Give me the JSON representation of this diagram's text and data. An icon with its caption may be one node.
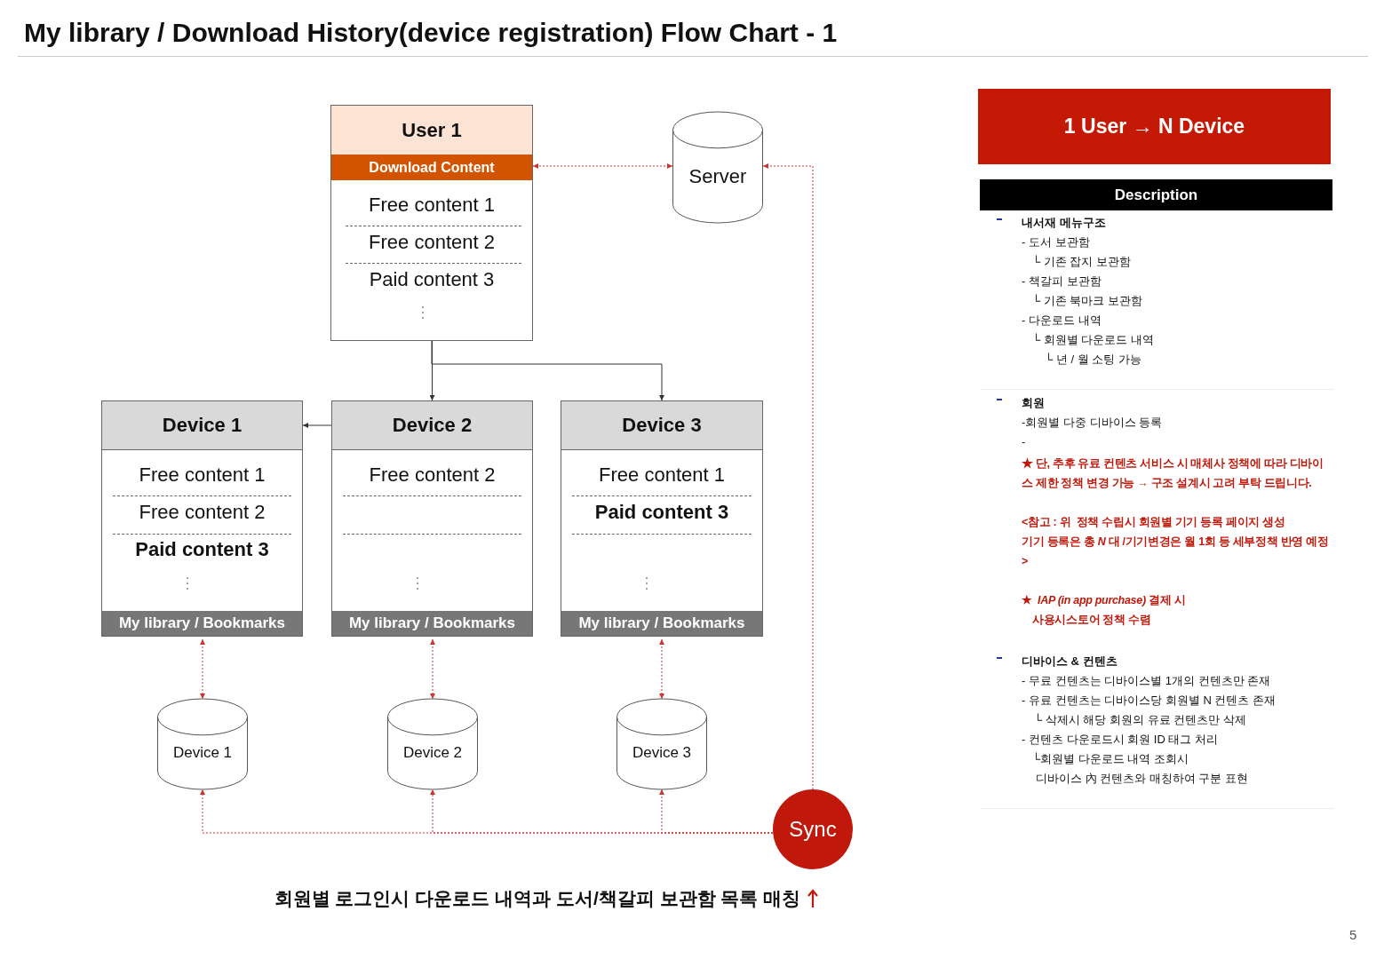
{
  "diagram": {
    "title": "My library / Download History(device registration) Flow Chart - 1",
    "caption": "회원별 로그인시 다운로드 내역과 도서/책갈피 보관함 목록 매칭",
    "nodes": [
      {
        "text": [
          "User 1",
          "Download Content",
          "Free content 1",
          "Free content 2",
          "Paid content 3"
        ]
      },
      {
        "text": [
          "Server"
        ]
      },
      {
        "text": [
          "Device 1",
          "Free content 1",
          "Free content 2",
          "Paid content 3",
          "My library / Bookmarks"
        ]
      },
      {
        "text": [
          "Device 2",
          "Free content 2",
          "My library / Bookmarks"
        ]
      },
      {
        "text": [
          "Device 3",
          "Free content 1",
          "Paid content 3",
          "My library / Bookmarks"
        ]
      },
      {
        "text": [
          "Device 1"
        ]
      },
      {
        "text": [
          "Device 2"
        ]
      },
      {
        "text": [
          "Device 3"
        ]
      },
      {
        "text": [
          "Sync"
        ]
      },
      {
        "text": [
          "1 User → N Device"
        ]
      },
      {
        "text": [
          "Description"
        ]
      }
    ],
    "edges": [
      {
        "from": 1,
        "to": 0,
        "arrow": "both",
        "style": "dashed"
      },
      {
        "from": 8,
        "to": 1,
        "arrow": "to",
        "style": "dashed"
      },
      {
        "from": 0,
        "to": 3,
        "arrow": "to",
        "color": "#333333"
      },
      {
        "from": 0,
        "to": 4,
        "arrow": "to",
        "color": "#333333"
      },
      {
        "from": 3,
        "to": 2,
        "arrow": "to",
        "color": "#333333"
      },
      {
        "from": 2,
        "to": 5,
        "arrow": "both",
        "style": "dashed"
      },
      {
        "from": 3,
        "to": 6,
        "arrow": "both",
        "style": "dashed"
      },
      {
        "from": 4,
        "to": 7,
        "arrow": "both",
        "style": "dashed"
      },
      {
        "from": 8,
        "to": 5,
        "arrow": "to",
        "style": "dashed"
      },
      {
        "from": 8,
        "to": 6,
        "arrow": "to",
        "style": "dashed"
      },
      {
        "from": 8,
        "to": 7,
        "arrow": "to",
        "style": "dashed"
      }
    ],
    "labels": [
      "내서재 메뉴구조",
      "- 도서 보관함",
      "└ 기존 잡지 보관함",
      "- 책갈피 보관함",
      "└ 기존 북마크 보관함",
      "- 다운로드 내역",
      "└ 회원별 다운로드 내역",
      "└ 년 / 월 소팅 가능",
      "회원",
      "-회원별 다중 디바이스 등록",
      "-",
      "★ 단, 추후 유료 컨텐츠 서비스 시 매체사 정책에 따라 디바이스 제한 정책 변경 가능 → 구조 설계시 고려 부탁 드립니다.",
      "<참고 : 위  정책 수립시 회원별 기기 등록 페이지 생성",
      "기기 등록은 총 *N* 대 /기기변경은 월 1회 등 세부정책 반영 예정>",
      "★  *IAP (in app purchase)* 결제 시",
      "사용시스토어 정책 수렴",
      "디바이스 & 컨텐츠",
      "- 무료 컨텐츠는 디바이스별 1개의 컨텐츠만 존재",
      "- 유료 컨텐츠는 디바이스당 회원별 N 컨텐츠 존재",
      "└ 삭제시 해당 회원의 유료 컨텐츠만 삭제",
      "- 컨텐츠 다운로드시 회원 ID 태그 처리",
      "└회원별 다운로드 내역 조회시",
      "디바이스 內 컨텐츠와 매칭하여 구분 표현",
      "5"
    ]
  }
}
